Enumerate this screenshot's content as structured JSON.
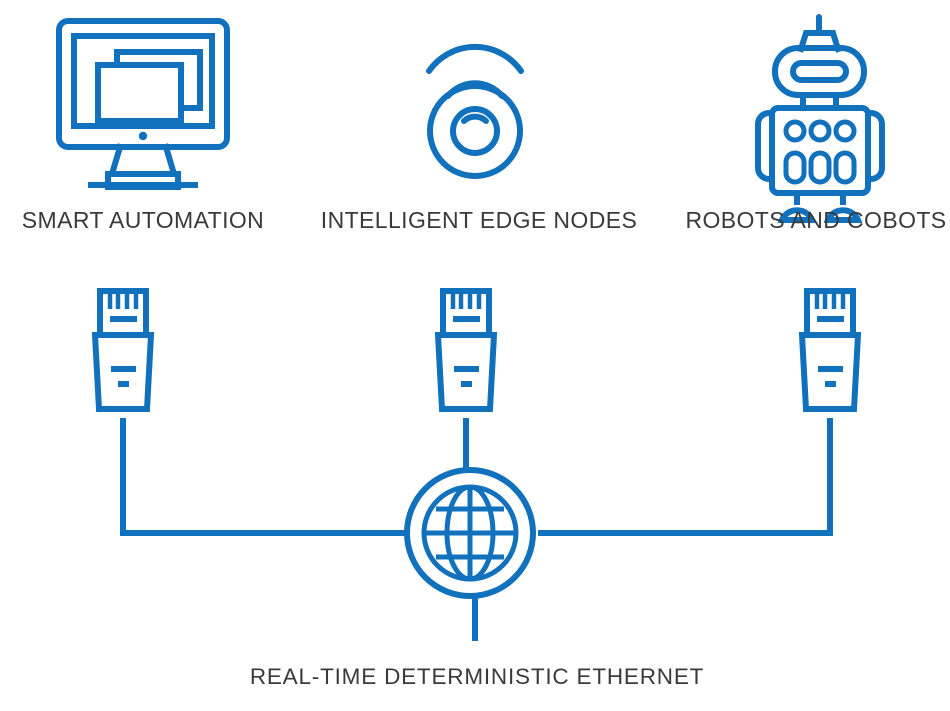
{
  "diagram": {
    "title": "Real-Time Deterministic Ethernet network topology",
    "colors": {
      "accent_blue": "#1271bd",
      "text_dark": "#3a3a3a",
      "background": "#ffffff"
    },
    "nodes": [
      {
        "id": "smart-automation",
        "label": "SMART AUTOMATION",
        "icon": "monitor-windows-icon"
      },
      {
        "id": "intelligent-edge-nodes",
        "label": "INTELLIGENT EDGE NODES",
        "icon": "wireless-signal-icon"
      },
      {
        "id": "robots-and-cobots",
        "label": "ROBOTS AND COBOTS",
        "icon": "robot-icon"
      }
    ],
    "connectors": [
      {
        "id": "connector-left",
        "icon": "ethernet-plug-icon"
      },
      {
        "id": "connector-center",
        "icon": "ethernet-plug-icon"
      },
      {
        "id": "connector-right",
        "icon": "ethernet-plug-icon"
      }
    ],
    "network": {
      "hub_icon": "globe-network-icon",
      "label": "REAL-TIME DETERMINISTIC ETHERNET"
    }
  }
}
